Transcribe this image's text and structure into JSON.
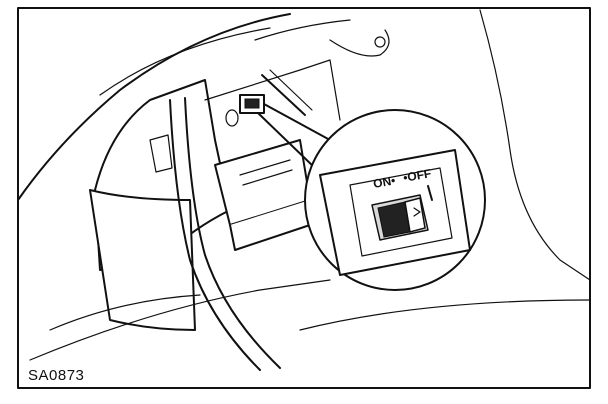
{
  "figure": {
    "code": "SA0873",
    "switch_on_label": "ON•",
    "switch_off_label": "•OFF"
  }
}
